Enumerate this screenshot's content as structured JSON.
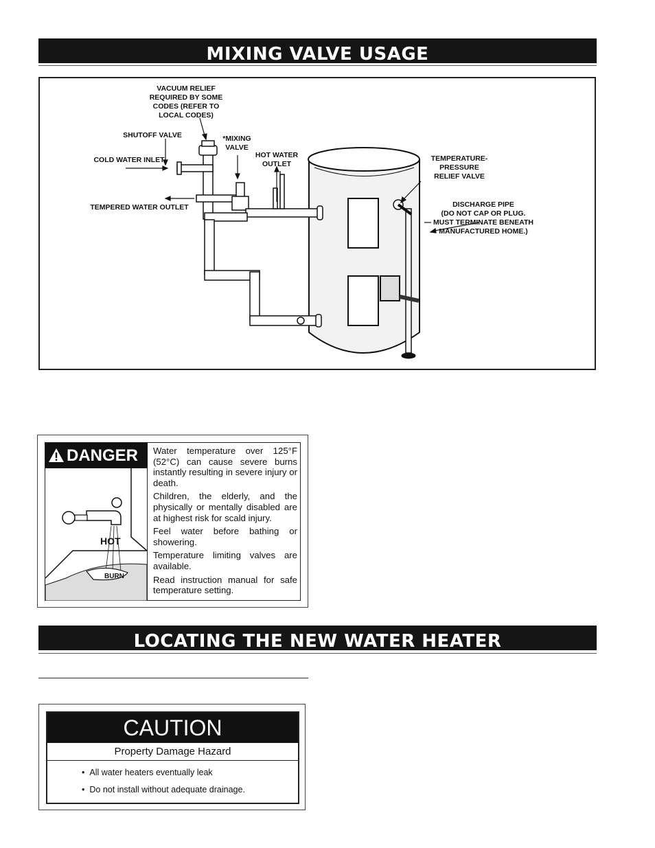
{
  "sections": [
    {
      "title": "MIXING VALVE USAGE"
    },
    {
      "title": "LOCATING THE NEW WATER HEATER"
    }
  ],
  "figure": {
    "labels": {
      "vacuum_relief_1": "VACUUM RELIEF",
      "vacuum_relief_2": "REQUIRED BY SOME",
      "vacuum_relief_3": "CODES (REFER TO",
      "vacuum_relief_4": "LOCAL CODES)",
      "shutoff_valve": "SHUTOFF VALVE",
      "mixing_valve_1": "*MIXING",
      "mixing_valve_2": "VALVE",
      "hot_water_outlet_1": "HOT WATER",
      "hot_water_outlet_2": "OUTLET",
      "cold_water_inlet": "COLD WATER INLET",
      "tempered_water_outlet": "TEMPERED WATER OUTLET",
      "tp_relief_1": "TEMPERATURE-",
      "tp_relief_2": "PRESSURE",
      "tp_relief_3": "RELIEF VALVE",
      "discharge_1": "DISCHARGE PIPE",
      "discharge_2": "(DO NOT CAP OR PLUG.",
      "discharge_3": "MUST TERMINATE BENEATH",
      "discharge_4": "MANUFACTURED HOME.)"
    }
  },
  "danger": {
    "heading": "DANGER",
    "picture_text_hot": "HOT",
    "picture_text_burn": "BURN",
    "paragraphs": [
      "Water temperature over 125°F (52°C) can cause severe burns instantly resulting in severe injury or death.",
      "Children, the elderly, and the physically or mentally disabled are at highest risk for scald injury.",
      "Feel water before bathing or showering.",
      "Temperature limiting valves are available.",
      "Read instruction manual for safe temperature setting."
    ]
  },
  "caution": {
    "heading": "CAUTION",
    "subheading": "Property Damage Hazard",
    "items": [
      "All water heaters eventually leak",
      "Do not install without adequate drainage."
    ]
  },
  "colors": {
    "banner": "#151515",
    "text": "#111111",
    "background": "#ffffff"
  }
}
